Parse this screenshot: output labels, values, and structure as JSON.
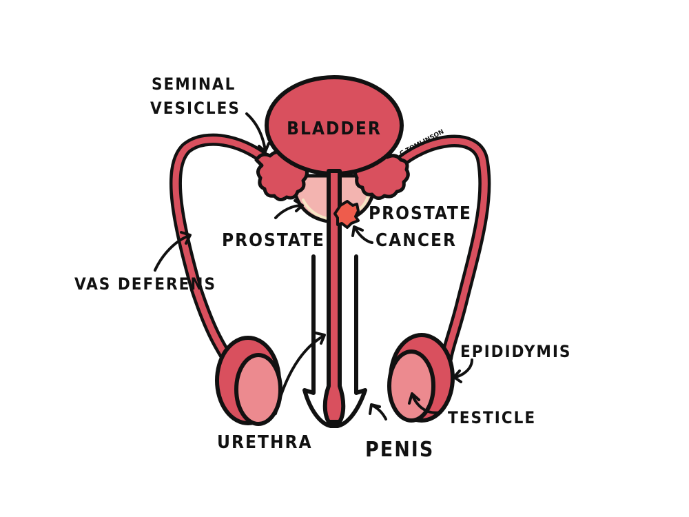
{
  "diagram": {
    "title": "Male reproductive system with prostate cancer",
    "signature": "C.TOMLINSON",
    "colors": {
      "organ_red": "#d9505e",
      "testicle_pink": "#ec8a8f",
      "prostate_pink": "#f3b4b0",
      "prostate_rim": "#f6e6c4",
      "cancer_orange": "#ee5c4c",
      "outline": "#111111",
      "background": "#ffffff"
    },
    "labels": {
      "bladder": "BLADDER",
      "seminal_vesicles_line1": "SEMINAL",
      "seminal_vesicles_line2": "VESICLES",
      "prostate": "PROSTATE",
      "prostate_cancer_line1": "PROSTATE",
      "prostate_cancer_line2": "CANCER",
      "vas_deferens": "VAS DEFERENS",
      "epididymis": "EPIDIDYMIS",
      "testicle": "TESTICLE",
      "urethra": "URETHRA",
      "penis": "PENIS"
    }
  }
}
